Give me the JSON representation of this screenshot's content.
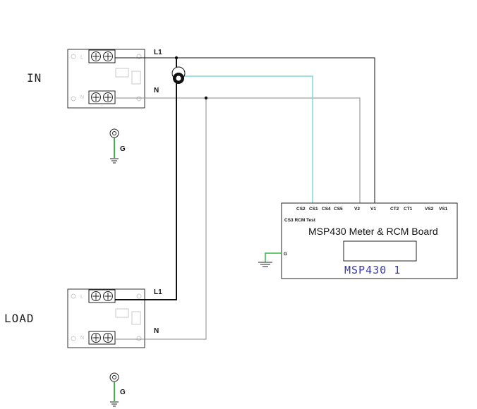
{
  "blocks": {
    "in": {
      "label": "IN",
      "l_label": "L1",
      "n_label": "N",
      "ground_label": "G"
    },
    "load": {
      "label": "LOAD",
      "l_label": "L1",
      "n_label": "N",
      "ground_label": "G"
    }
  },
  "board": {
    "title": "MSP430 Meter & RCM Board",
    "name": "MSP430 1",
    "ground_pin": "G",
    "rcm_test": "CS3 RCM Test",
    "pins": [
      "CS2",
      "CS1",
      "CS4",
      "CS5",
      "V2",
      "V1",
      "CT2",
      "CT1",
      "VS2",
      "VS1"
    ]
  },
  "colors": {
    "wire": "#111111",
    "wire_gray": "#8a8a8a",
    "sense_wire": "#7fd8d8",
    "ground": "#3ab54a"
  }
}
